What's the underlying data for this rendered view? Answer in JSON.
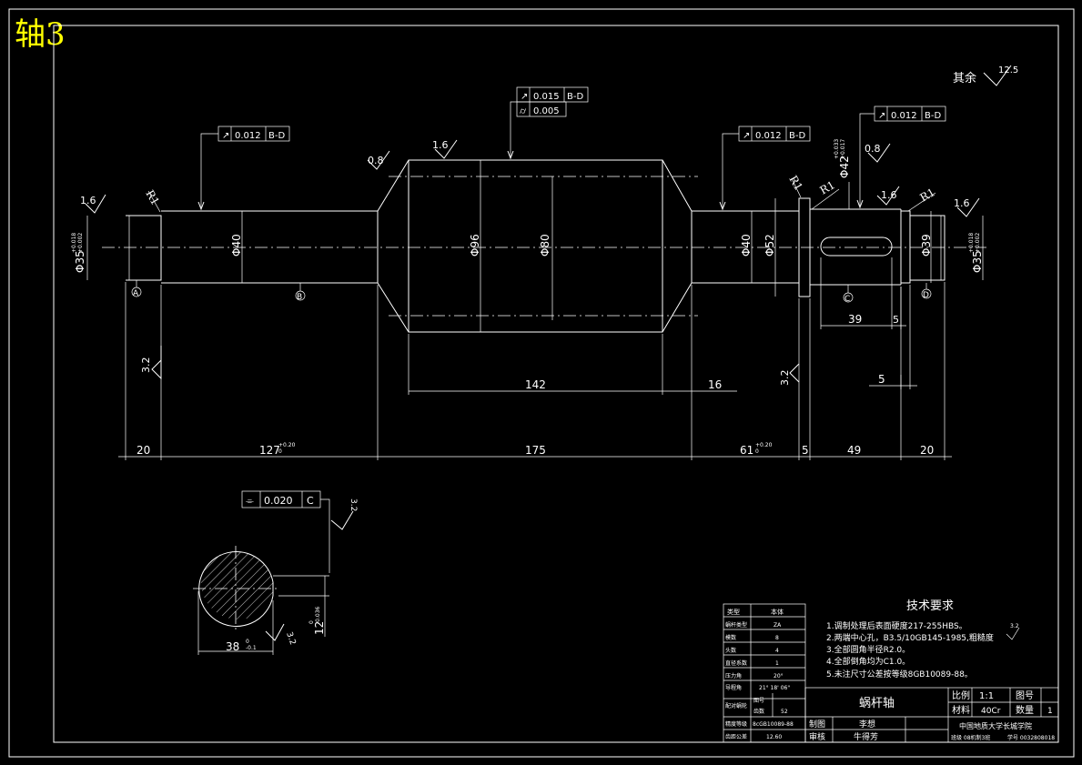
{
  "sheet_title": "轴3",
  "roughness_note": {
    "label": "其余",
    "value": "12.5"
  },
  "tolerance_frames": {
    "t1": {
      "symbol": "↗",
      "value": "0.012",
      "datum": "B-D"
    },
    "t2": {
      "symbol": "↗",
      "value": "0.015",
      "datum": "B-D"
    },
    "t2b": {
      "symbol": "⌭",
      "value": "0.005"
    },
    "t3": {
      "symbol": "↗",
      "value": "0.012",
      "datum": "B-D"
    },
    "t4": {
      "symbol": "↗",
      "value": "0.012",
      "datum": "B-D"
    },
    "t5": {
      "symbol": "⌯",
      "value": "0.020",
      "datum": "C"
    }
  },
  "roughness": {
    "r1": "1.6",
    "r2": "0.8",
    "r3": "1.6",
    "r4": "0.8",
    "r5": "1.6",
    "r6": "1.6",
    "r7": "3.2",
    "r8": "3.2",
    "r9": "3.2",
    "r10": "3.2"
  },
  "radii": {
    "r1": "R1",
    "r2": "R1",
    "r3": "R1",
    "r4": "R1"
  },
  "diameters": {
    "d35_left": "Φ35",
    "d35_left_tol_up": "+0.018",
    "d35_left_tol_lo": "+0.002",
    "d40_left": "Φ40",
    "d96": "Φ96",
    "d80": "Φ80",
    "d40_right": "Φ40",
    "d52": "Φ52",
    "d42": "Φ42",
    "d42_tol_up": "+0.033",
    "d42_tol_lo": "+0.017",
    "d39": "Φ39",
    "d35_right": "Φ35",
    "d35_right_tol_up": "+0.018",
    "d35_right_tol_lo": "+0.002"
  },
  "datums": {
    "a": "A",
    "b": "B",
    "c": "C",
    "d": "D"
  },
  "lengths": {
    "l20_left": "20",
    "l127": "127",
    "l127_tol_up": "+0.20",
    "l127_tol_lo": "0",
    "l175": "175",
    "l61": "61",
    "l61_tol_up": "+0.20",
    "l61_tol_lo": "0",
    "l5": "5",
    "l49": "49",
    "l20_right": "20",
    "l142": "142",
    "l16": "16",
    "l39": "39",
    "l5_key": "5",
    "l5_b": "5"
  },
  "section": {
    "width": "38",
    "width_tol_up": "0",
    "width_tol_lo": "-0.1",
    "key": "12",
    "key_tol_up": "0",
    "key_tol_lo": "-0.036"
  },
  "tech_req": {
    "title": "技术要求",
    "items": [
      "1.调制处理后表面硬度217-255HBS。",
      "2.两端中心孔，B3.5/10GB145-1985,粗糙度",
      "3.全部圆角半径R2.0。",
      "4.全部倒角均为C1.0。",
      "5.未注尺寸公差按等级8GB10089-88。"
    ],
    "roughness_symbol": "3.2"
  },
  "param_table": {
    "header": [
      "类型",
      "本体"
    ],
    "rows": [
      [
        "蜗杆类型",
        "ZA"
      ],
      [
        "模数",
        "8"
      ],
      [
        "头数",
        "4"
      ],
      [
        "直径系数",
        "1"
      ],
      [
        "压力角",
        "20°"
      ],
      [
        "导程角",
        "21° 18' 06\""
      ],
      [
        "配对蜗轮",
        "图号",
        ""
      ],
      [
        "",
        "齿数",
        "52"
      ],
      [
        "精度等级",
        "8cGB10089-88"
      ],
      [
        "齿距公差",
        "12.60"
      ]
    ]
  },
  "title_block": {
    "part_name": "蜗杆轴",
    "scale_label": "比例",
    "scale_value": "1:1",
    "drawing_no_label": "图号",
    "material_label": "材料",
    "material_value": "40Cr",
    "qty_label": "数量",
    "qty_value": "1",
    "drawn_label": "制图",
    "drawn_name": "李想",
    "checked_label": "审核",
    "checked_name": "牛得芳",
    "school": "中国地质大学长城学院",
    "class_info": "班级 08机制3班",
    "student_no": "学号 0032808018"
  }
}
